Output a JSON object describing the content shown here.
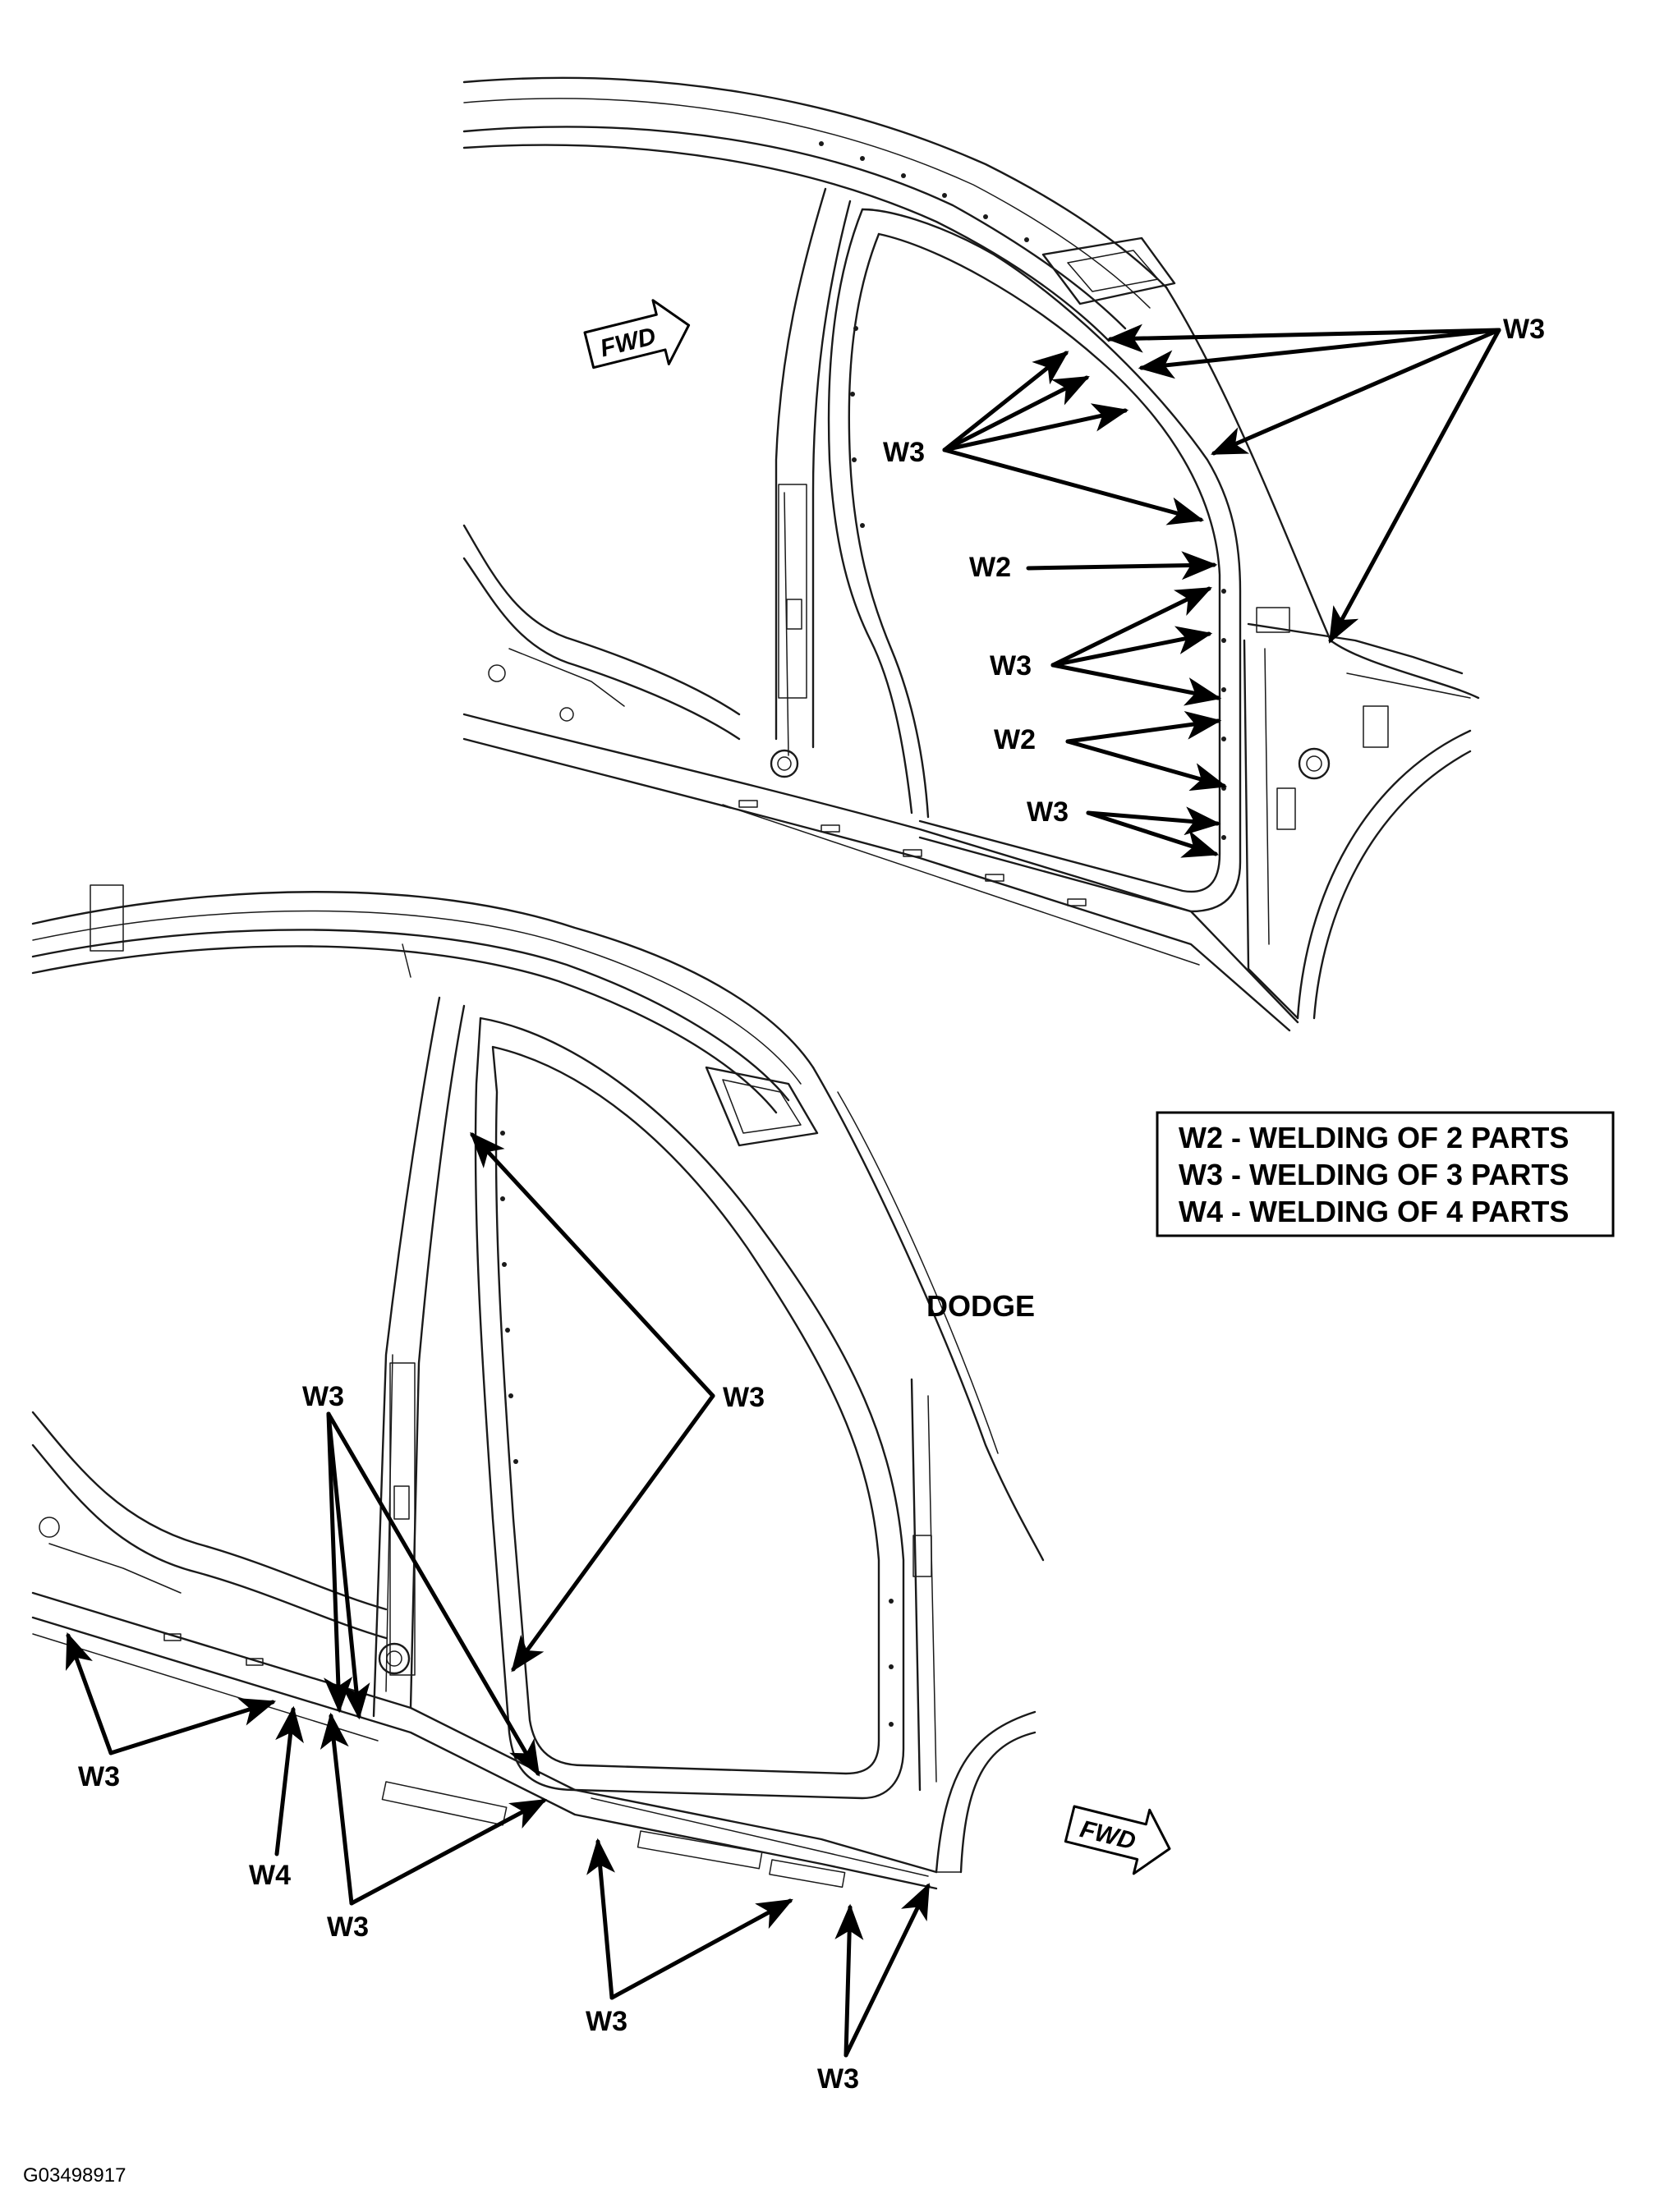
{
  "labels": {
    "w2": "W2",
    "w3": "W3",
    "w4": "W4"
  },
  "fwd_label": "FWD",
  "brand_label": "DODGE",
  "legend": {
    "items": [
      "W2 - WELDING OF 2 PARTS",
      "W3 - WELDING OF 3 PARTS",
      "W4 - WELDING OF 4 PARTS"
    ]
  },
  "figure_id": "G03498917",
  "colors": {
    "line": "#1a1a1a",
    "background": "#ffffff"
  }
}
